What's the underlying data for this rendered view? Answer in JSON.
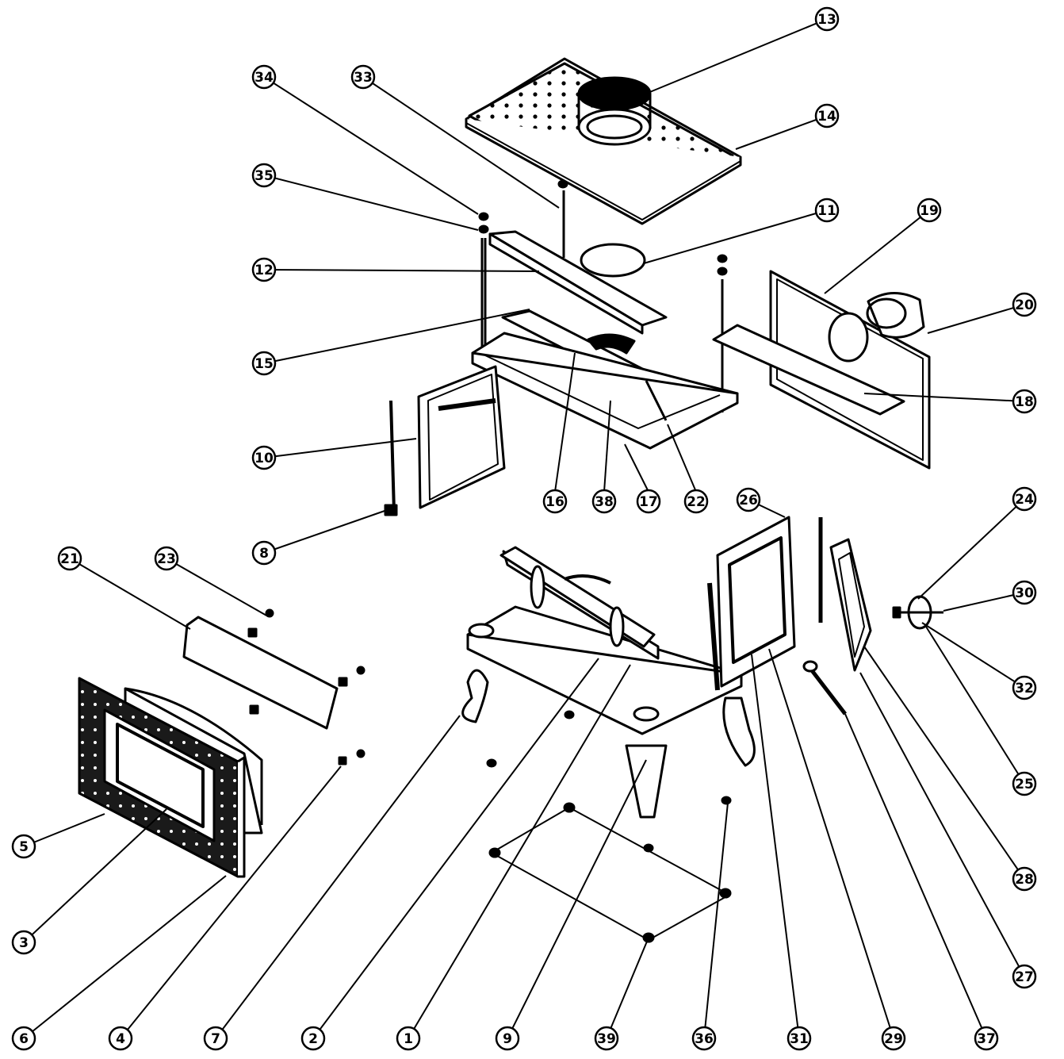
{
  "diagram": {
    "callouts": [
      {
        "id": "c13",
        "label": "13"
      },
      {
        "id": "c14",
        "label": "14"
      },
      {
        "id": "c34",
        "label": "34"
      },
      {
        "id": "c33",
        "label": "33"
      },
      {
        "id": "c35",
        "label": "35"
      },
      {
        "id": "c11",
        "label": "11"
      },
      {
        "id": "c19",
        "label": "19"
      },
      {
        "id": "c12",
        "label": "12"
      },
      {
        "id": "c20",
        "label": "20"
      },
      {
        "id": "c15",
        "label": "15"
      },
      {
        "id": "c18",
        "label": "18"
      },
      {
        "id": "c10",
        "label": "10"
      },
      {
        "id": "c16",
        "label": "16"
      },
      {
        "id": "c38",
        "label": "38"
      },
      {
        "id": "c17",
        "label": "17"
      },
      {
        "id": "c22",
        "label": "22"
      },
      {
        "id": "c26",
        "label": "26"
      },
      {
        "id": "c24",
        "label": "24"
      },
      {
        "id": "c8",
        "label": "8"
      },
      {
        "id": "c21",
        "label": "21"
      },
      {
        "id": "c23",
        "label": "23"
      },
      {
        "id": "c30",
        "label": "30"
      },
      {
        "id": "c32",
        "label": "32"
      },
      {
        "id": "c5",
        "label": "5"
      },
      {
        "id": "c25",
        "label": "25"
      },
      {
        "id": "c28",
        "label": "28"
      },
      {
        "id": "c3",
        "label": "3"
      },
      {
        "id": "c27",
        "label": "27"
      },
      {
        "id": "c6",
        "label": "6"
      },
      {
        "id": "c4",
        "label": "4"
      },
      {
        "id": "c7",
        "label": "7"
      },
      {
        "id": "c2",
        "label": "2"
      },
      {
        "id": "c1",
        "label": "1"
      },
      {
        "id": "c9",
        "label": "9"
      },
      {
        "id": "c39",
        "label": "39"
      },
      {
        "id": "c36",
        "label": "36"
      },
      {
        "id": "c31",
        "label": "31"
      },
      {
        "id": "c29",
        "label": "29"
      },
      {
        "id": "c37",
        "label": "37"
      }
    ]
  }
}
